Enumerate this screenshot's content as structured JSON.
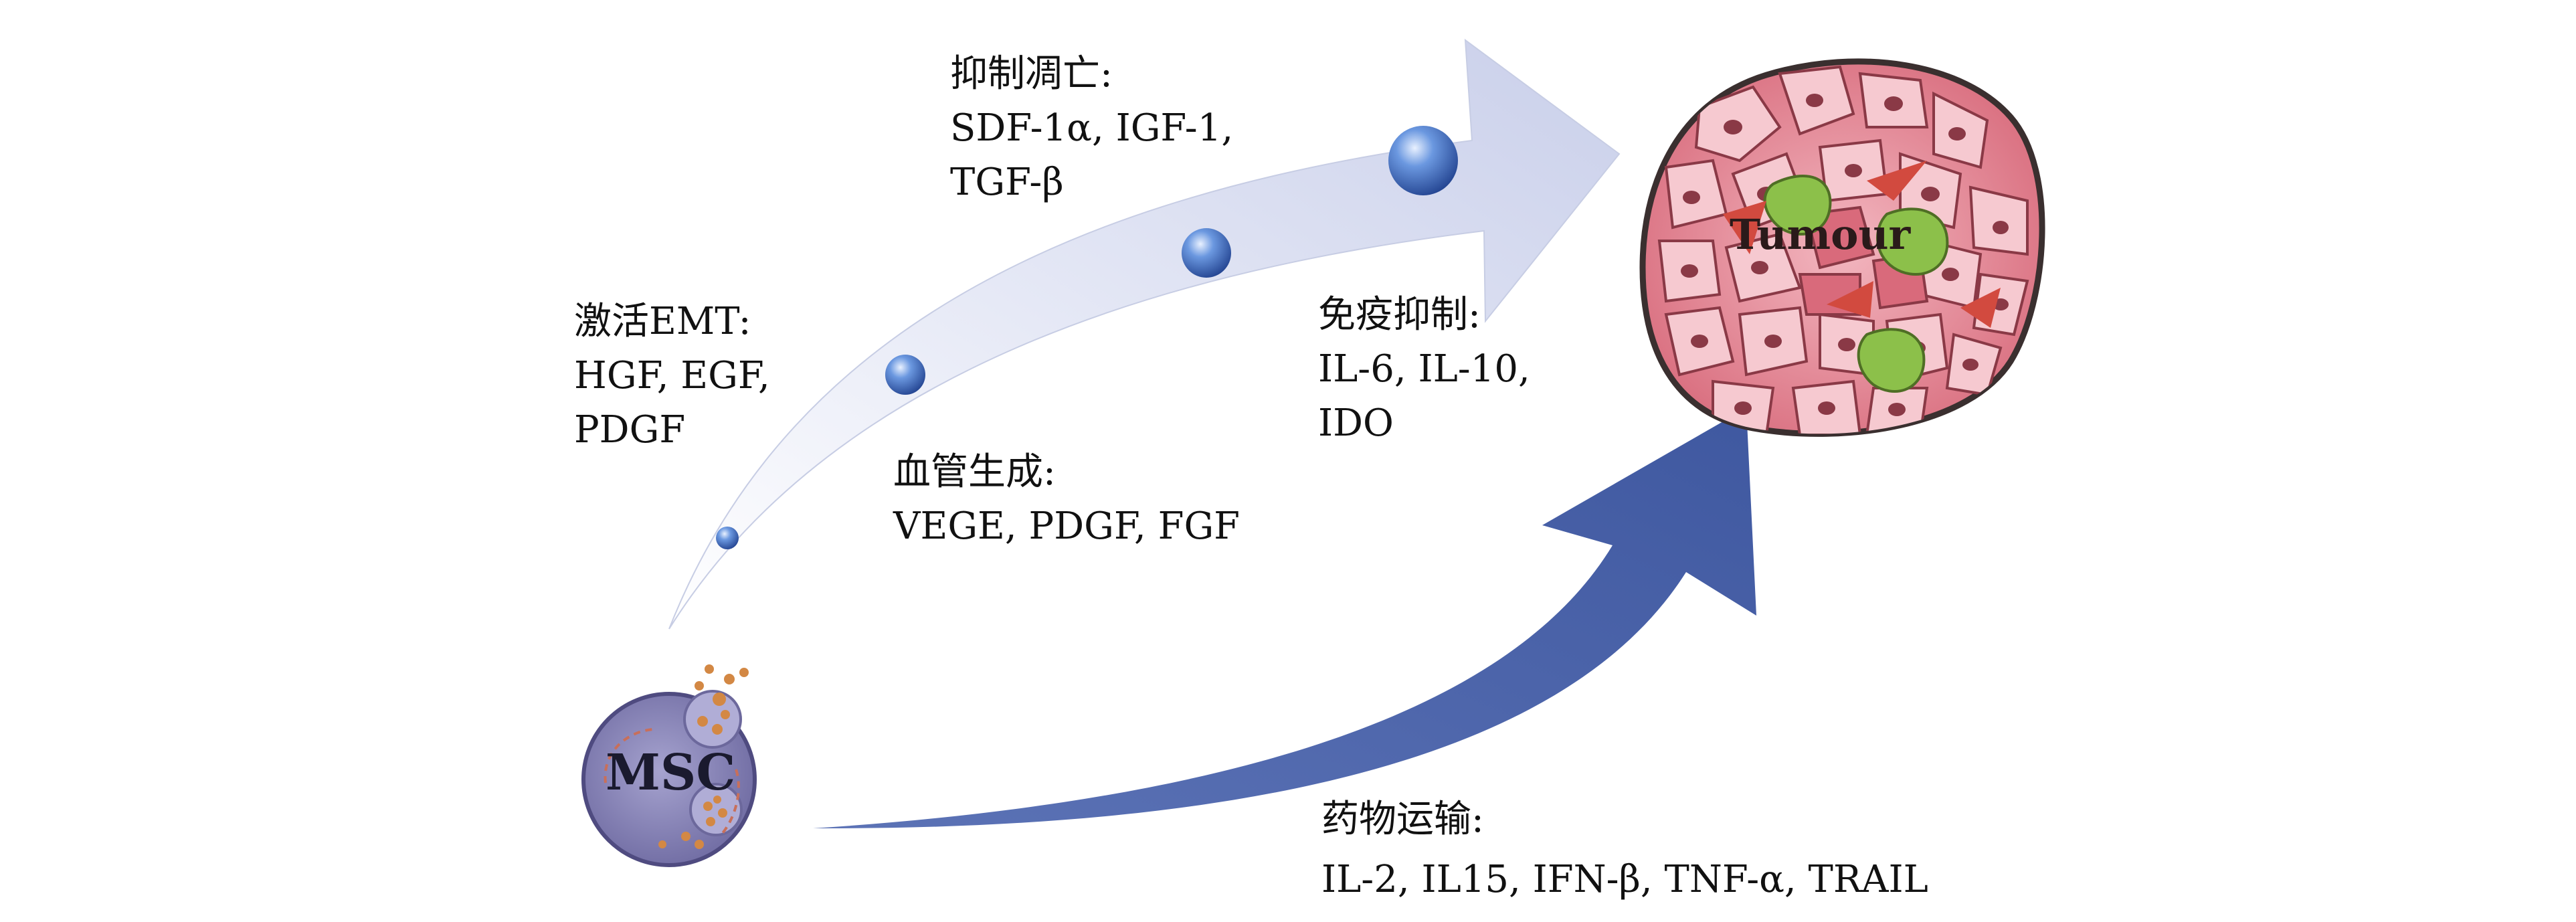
{
  "diagram": {
    "nodes": {
      "msc": "MSC",
      "tumour": "Tumour"
    },
    "labels": {
      "emt": {
        "title": "激活EMT:",
        "lines": [
          "HGF, EGF,",
          "PDGF"
        ]
      },
      "apoptosis": {
        "title": "抑制凋亡:",
        "lines": [
          "SDF-1α, IGF-1,",
          "TGF-β"
        ]
      },
      "angiogenesis": {
        "title": "血管生成:",
        "lines": [
          "VEGE, PDGF, FGF"
        ]
      },
      "immune": {
        "title": "免疫抑制:",
        "lines": [
          "IL-6, IL-10,",
          "IDO"
        ]
      },
      "drug": {
        "title": "药物运输:",
        "lines": [
          "IL-2, IL15, IFN-β, TNF-α, TRAIL"
        ]
      }
    },
    "colors": {
      "light_arrow": "#d9ddf0",
      "dark_arrow": "#4a63a8",
      "msc_cell": "#8a86b8",
      "tumour_fill": "#e88a96",
      "tumour_green": "#8cc04a",
      "sphere": "#3f6fc6"
    }
  }
}
